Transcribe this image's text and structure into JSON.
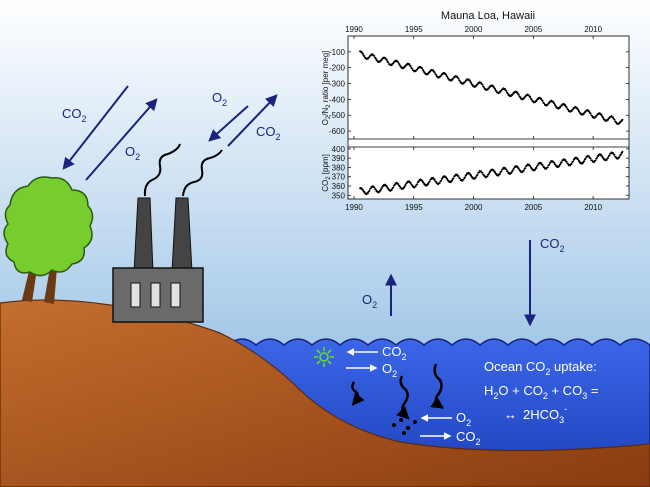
{
  "labels": {
    "co2": "CO",
    "o2": "O",
    "sub2": "2",
    "ocean_title": "Ocean CO",
    "ocean_title_rest": " uptake:",
    "eq_h2o": "H",
    "eq_o": "O + CO",
    "eq_plus": " + CO",
    "eq_3": "3",
    "eq_eq": " =",
    "eq_arrow": "↔",
    "eq_hco": "2HCO",
    "eq_minus": "-"
  },
  "chart_data": [
    {
      "type": "scatter",
      "title": "Mauna Loa, Hawaii",
      "ylabel": "O2/N2 ratio [per meg]",
      "ylabel_main": "O",
      "ylabel_sub1": "2",
      "ylabel_mid": "/N",
      "ylabel_sub2": "2",
      "ylabel_rest": " ratio [per meg]",
      "xlim": [
        1989.5,
        2013
      ],
      "ylim": [
        -650,
        0
      ],
      "xticks": [
        "1990",
        "1995",
        "2000",
        "2005",
        "2010"
      ],
      "yticks": [
        "-100",
        "-200",
        "-300",
        "-400",
        "-500",
        "-600"
      ],
      "trend": {
        "start": [
          1990.5,
          -115
        ],
        "end": [
          2012.5,
          -545
        ]
      },
      "seasonal_amplitude": 18
    },
    {
      "type": "scatter",
      "ylabel": "CO2 [ppm]",
      "ylabel_main": "CO",
      "ylabel_sub": "2",
      "ylabel_rest": " [ppm]",
      "xlim": [
        1989.5,
        2013
      ],
      "ylim": [
        346,
        402
      ],
      "xticks": [
        "1990",
        "1995",
        "2000",
        "2005",
        "2010"
      ],
      "yticks": [
        "400",
        "390",
        "380",
        "370",
        "360",
        "350"
      ],
      "trend": {
        "start": [
          1990.5,
          354
        ],
        "end": [
          2012.5,
          394
        ]
      },
      "seasonal_amplitude": 3.5
    }
  ]
}
